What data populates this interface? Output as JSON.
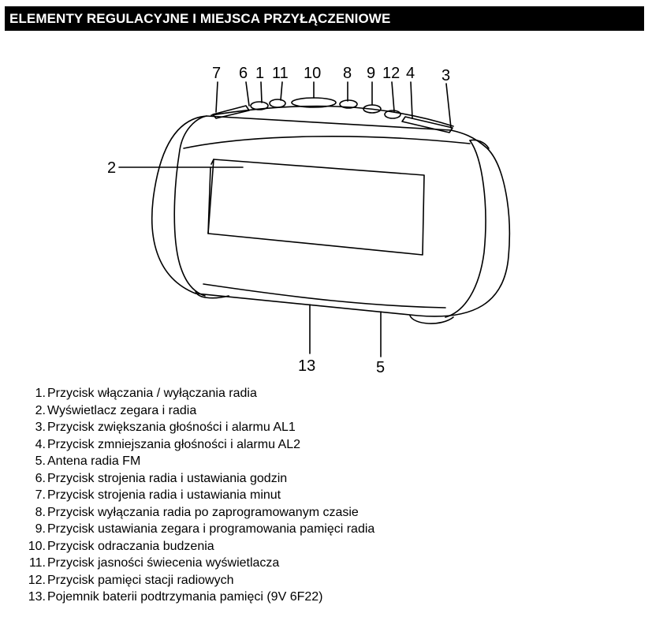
{
  "header": {
    "title": "ELEMENTY REGULACYJNE I MIEJSCA PRZYŁĄCZENIOWE"
  },
  "diagram": {
    "callouts": {
      "c7": "7",
      "c6": "6",
      "c1": "1",
      "c11": "11",
      "c10": "10",
      "c8": "8",
      "c9": "9",
      "c12": "12",
      "c4": "4",
      "c3": "3",
      "c2": "2",
      "c13": "13",
      "c5": "5"
    }
  },
  "legend": {
    "items": [
      {
        "num": "1.",
        "text": "Przycisk włączania / wyłączania radia"
      },
      {
        "num": "2.",
        "text": "Wyświetlacz zegara i radia"
      },
      {
        "num": "3.",
        "text": "Przycisk zwiększania głośności i alarmu AL1"
      },
      {
        "num": "4.",
        "text": "Przycisk zmniejszania głośności i alarmu AL2"
      },
      {
        "num": "5.",
        "text": "Antena radia FM"
      },
      {
        "num": "6.",
        "text": "Przycisk strojenia radia i ustawiania godzin"
      },
      {
        "num": "7.",
        "text": "Przycisk strojenia radia i ustawiania minut"
      },
      {
        "num": "8.",
        "text": "Przycisk wyłączania radia po zaprogramowanym czasie"
      },
      {
        "num": "9.",
        "text": "Przycisk ustawiania zegara i programowania pamięci radia"
      },
      {
        "num": "10.",
        "text": "Przycisk odraczania budzenia"
      },
      {
        "num": "11.",
        "text": "Przycisk jasności świecenia wyświetlacza"
      },
      {
        "num": "12.",
        "text": "Przycisk pamięci stacji radiowych"
      },
      {
        "num": "13.",
        "text": "Pojemnik baterii podtrzymania pamięci (9V 6F22)"
      }
    ]
  }
}
